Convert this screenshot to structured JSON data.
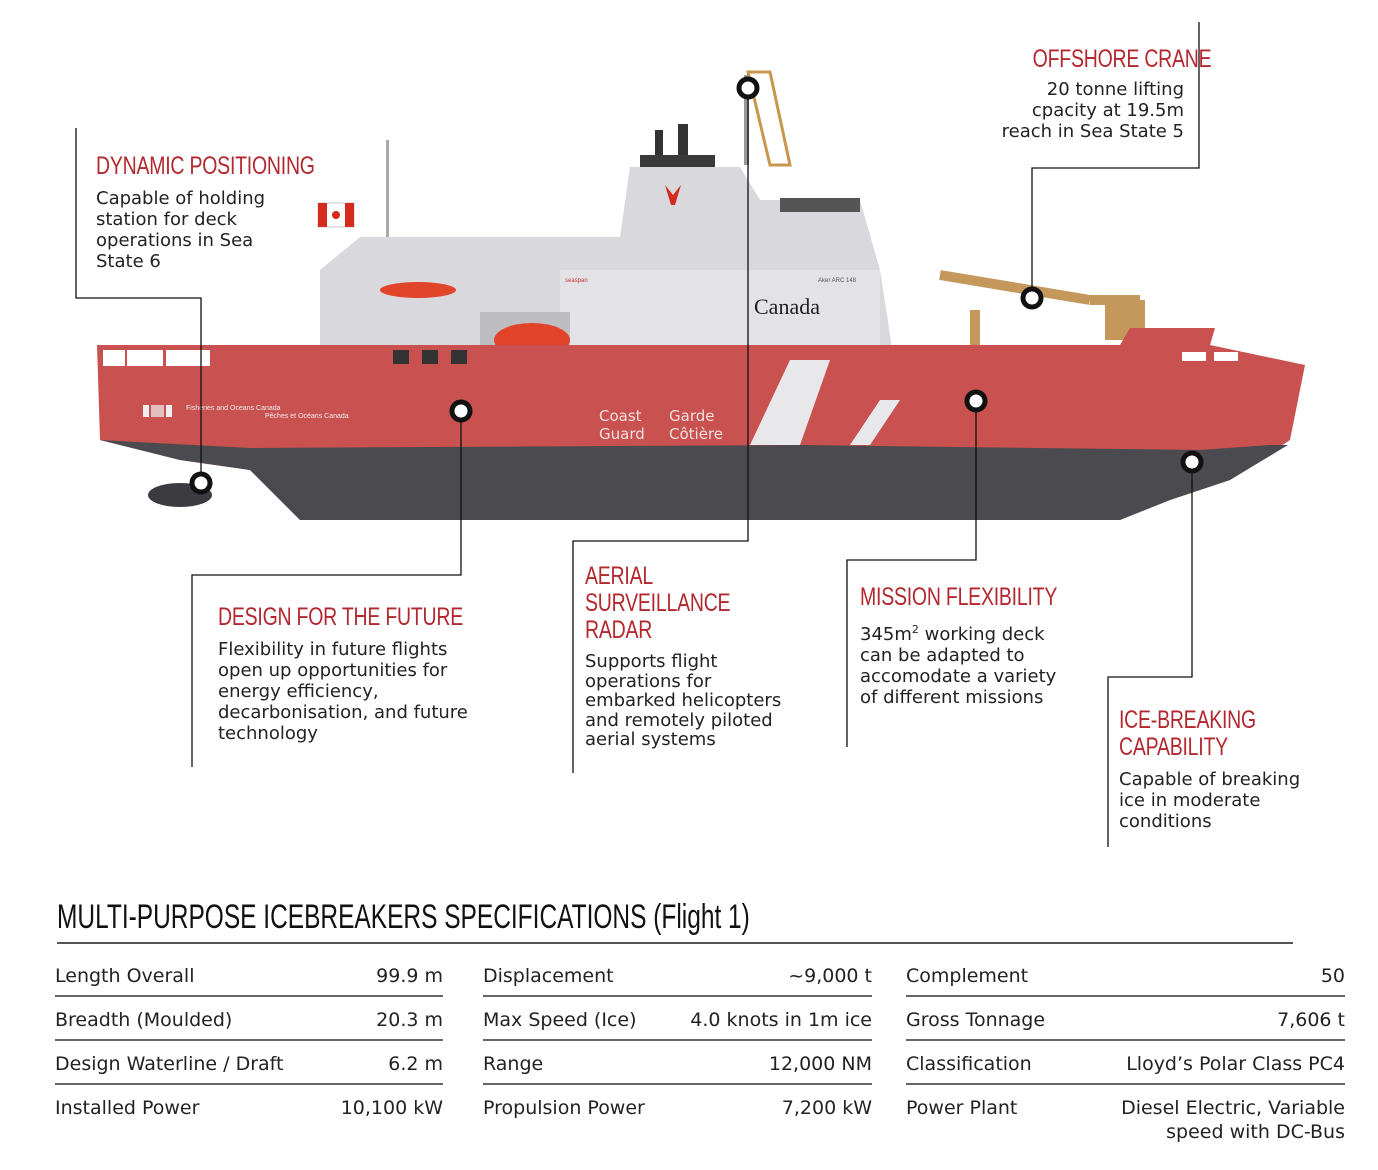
{
  "callouts": {
    "dynamic_positioning": {
      "title": "DYNAMIC POSITIONING",
      "text": "Capable of holding station for deck operations in Sea State 6"
    },
    "offshore_crane": {
      "title": "OFFSHORE CRANE",
      "text": "20 tonne lifting cpacity at 19.5m reach in Sea State 5"
    },
    "design_future": {
      "title": "DESIGN FOR THE FUTURE",
      "text": "Flexibility in future flights open up opportunities for energy efficiency, decarbonisation, and future technology"
    },
    "aerial_radar": {
      "title": "AERIAL SURVEILLANCE RADAR",
      "text": "Supports flight operations for embarked helicopters and remotely piloted aerial systems"
    },
    "mission_flex": {
      "title": "MISSION FLEXIBILITY",
      "text_pre": "345m",
      "text_sup": "2",
      "text_post": " working deck can be adapted to accomodate a variety of different missions"
    },
    "ice_breaking": {
      "title": "ICE-BREAKING CAPABILITY",
      "text": "Capable of breaking ice in moderate conditions"
    }
  },
  "ship": {
    "wordmark": "Canada",
    "coast": "Coast",
    "guard": "Guard",
    "garde": "Garde",
    "cotiere": "Côtière",
    "dfo_en": "Fisheries and Oceans Canada",
    "dfo_fr": "Pêches et Océans Canada",
    "builder": "seaspan",
    "design": "Aker ARC 148"
  },
  "specs": {
    "title": "MULTI-PURPOSE ICEBREAKERS SPECIFICATIONS (Flight 1)",
    "columns": [
      [
        {
          "label": "Length Overall",
          "value": "99.9 m"
        },
        {
          "label": "Breadth (Moulded)",
          "value": "20.3 m"
        },
        {
          "label": "Design Waterline / Draft",
          "value": "6.2 m"
        },
        {
          "label": "Installed Power",
          "value": "10,100 kW"
        }
      ],
      [
        {
          "label": "Displacement",
          "value": "~9,000 t"
        },
        {
          "label": "Max Speed (Ice)",
          "value": "4.0 knots in 1m ice"
        },
        {
          "label": "Range",
          "value": "12,000 NM"
        },
        {
          "label": "Propulsion Power",
          "value": "7,200 kW"
        }
      ],
      [
        {
          "label": "Complement",
          "value": "50"
        },
        {
          "label": "Gross Tonnage",
          "value": "7,606 t"
        },
        {
          "label": "Classification",
          "value": "Lloyd’s Polar Class PC4"
        },
        {
          "label": "Power Plant",
          "value": "Diesel Electric, Variable speed with DC-Bus"
        }
      ]
    ]
  },
  "colors": {
    "accent": "#b3272f",
    "hull": "#c9514f",
    "bottom": "#4b4a4e",
    "superstructure": "#d9d9dd"
  }
}
